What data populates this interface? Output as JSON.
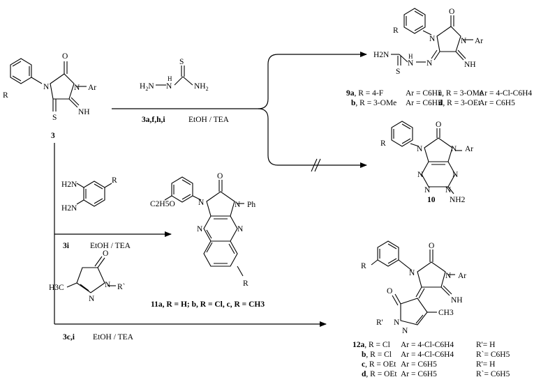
{
  "compound_3": {
    "label": "3",
    "atoms": {
      "R": "R",
      "O": "O",
      "N1": "N",
      "N2": "N",
      "Ar": "Ar",
      "S": "S",
      "NH": "NH"
    }
  },
  "reagent_thiosemicarbazide": {
    "S": "S",
    "H2N": "H",
    "H2N_sub": "2",
    "H2N_N": "N",
    "NH2": "NH",
    "NH2_sub": "2"
  },
  "step1": {
    "label": "3a,f,h,i",
    "conditions": "EtOH / TEA"
  },
  "product_9": {
    "atoms": {
      "R": "R",
      "O": "O",
      "N1": "N",
      "N2": "N",
      "Ar": "Ar",
      "NH": "NH",
      "H2N": "H2N",
      "S": "S",
      "N_hydrazone": "N",
      "NH_hydrazone": "N"
    },
    "legend": [
      {
        "id": "9a",
        "r": ", R = 4-F",
        "ar": "Ar = C6H5"
      },
      {
        "id": "c",
        "r": ", R = 3-OMe",
        "ar": "Ar = 4-Cl-C6H4"
      },
      {
        "id": "b",
        "r": ", R = 3-OMe",
        "ar": "Ar = C6H5"
      },
      {
        "id": "d",
        "r": ", R = 3-OEt",
        "ar": "Ar = C6H5"
      }
    ]
  },
  "product_10": {
    "label": "10",
    "atoms": {
      "R": "R",
      "O": "O",
      "N1": "N",
      "N2": "N",
      "Ar": "Ar",
      "NH2": "NH2"
    }
  },
  "reagent_diamine": {
    "H2N_top": "H2N",
    "H2N_bot": "H2N",
    "R": "R"
  },
  "step2": {
    "label": "3i",
    "conditions": "EtOH / TEA"
  },
  "product_11": {
    "atoms": {
      "C2H5O": "C2H5O",
      "O": "O",
      "N1": "N",
      "N2": "N",
      "Ph": "Ph",
      "R": "R"
    },
    "legend": "11a, R = H;  b, R = Cl, c, R = CH3"
  },
  "reagent_pyrazolone": {
    "O": "O",
    "H3C": "H3C",
    "N": "N",
    "R_prime": "R`"
  },
  "step3": {
    "label": "3c,i",
    "conditions": "EtOH / TEA"
  },
  "product_12": {
    "atoms": {
      "R": "R",
      "O1": "O",
      "O2": "O",
      "N1": "N",
      "N2": "N",
      "Ar": "Ar",
      "NH": "NH",
      "R_prime": "R'",
      "CH3": "CH3"
    },
    "legend": [
      {
        "id": "12a",
        "r": ", R = Cl",
        "ar": "Ar = 4-Cl-C6H4",
        "rp": "R'= H"
      },
      {
        "id": "b",
        "r": ", R = Cl",
        "ar": "Ar = 4-Cl-C6H4",
        "rp": "R`= C6H5"
      },
      {
        "id": "c",
        "r": ", R = OEt",
        "ar": "Ar = C6H5",
        "rp": "R'= H"
      },
      {
        "id": "d",
        "r": ", R = OEt",
        "ar": "Ar = C6H5",
        "rp": "R`= C6H5"
      }
    ]
  }
}
